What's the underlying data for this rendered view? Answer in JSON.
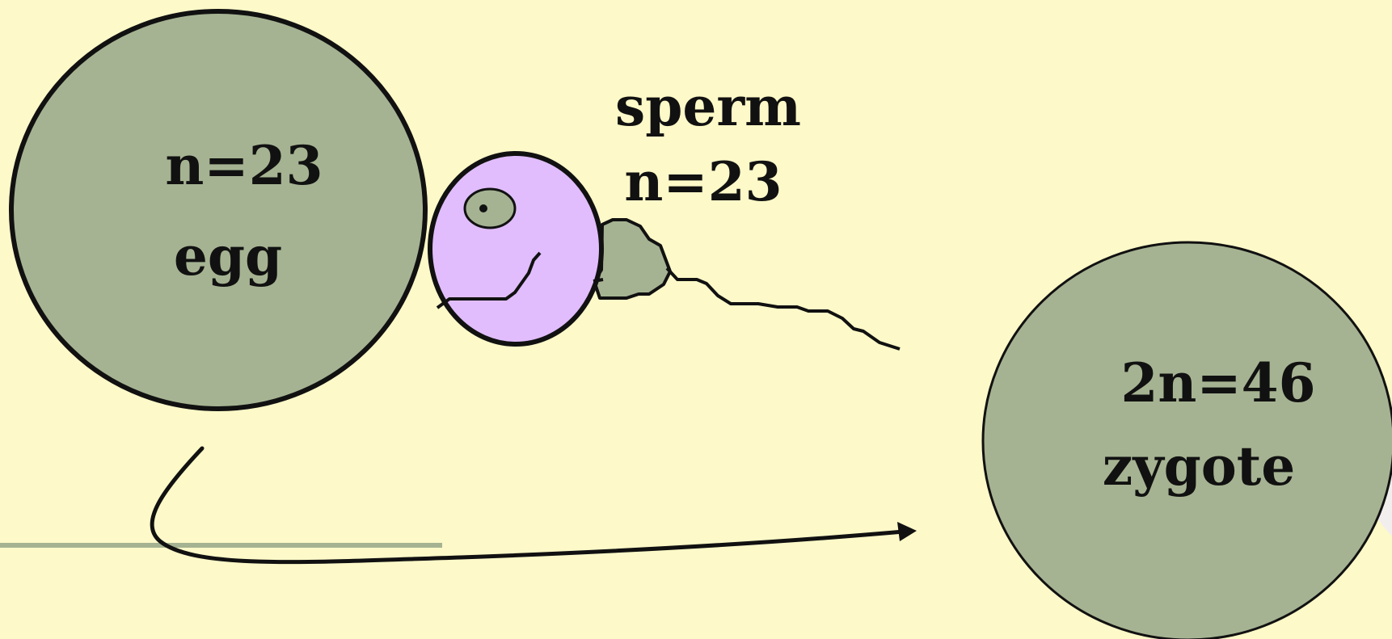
{
  "egg": {
    "ploidy": "n=23",
    "name": "egg"
  },
  "sperm": {
    "name": "sperm",
    "ploidy": "n=23"
  },
  "zygote": {
    "ploidy": "2n=46",
    "name": "zygote"
  },
  "colors": {
    "background": "#fdf9c8",
    "cell_fill": "#a5b392",
    "sperm_head_fill": "#e1bdfd",
    "stroke": "#111111",
    "baseline": "#a5b392",
    "corner_accent": "#f3eeee"
  }
}
